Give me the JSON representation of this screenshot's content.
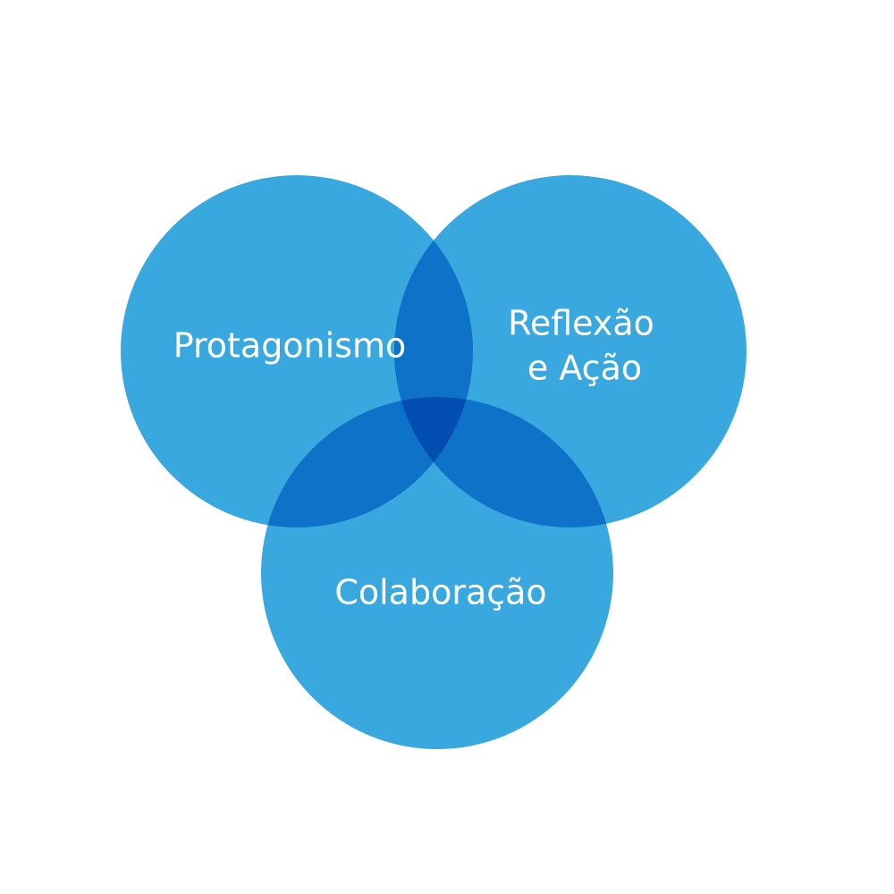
{
  "diagram": {
    "type": "venn",
    "colors": {
      "circle": "#38a8df",
      "overlap_two": "#0e72c8",
      "overlap_three": "#034eb2",
      "label": "#ffffff",
      "background": "#ffffff"
    },
    "circles": {
      "protagonismo": {
        "label": "Protagonismo"
      },
      "reflexao": {
        "label_line1": "Reflexão",
        "label_line2": "e Ação"
      },
      "colaboracao": {
        "label": "Colaboração"
      }
    }
  }
}
